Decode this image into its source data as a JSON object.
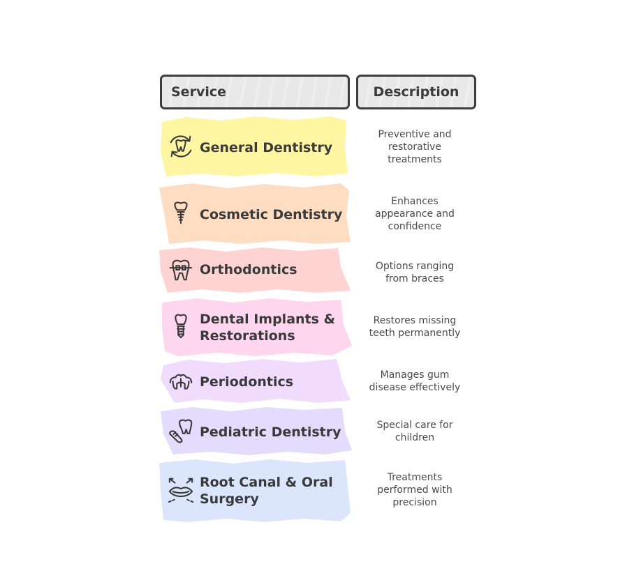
{
  "header": {
    "service": "Service",
    "description": "Description"
  },
  "rows": [
    {
      "service": "General Dentistry",
      "description": "Preventive and restorative treatments",
      "color": "#fff6a3",
      "icon": "tooth-refresh-icon"
    },
    {
      "service": "Cosmetic Dentistry",
      "description": "Enhances appearance and confidence",
      "color": "#ffddc2",
      "icon": "tooth-implant-crown-icon"
    },
    {
      "service": "Orthodontics",
      "description": "Options ranging from braces",
      "color": "#ffd3d1",
      "icon": "tooth-braces-icon"
    },
    {
      "service": "Dental Implants & Restorations",
      "description": "Restores missing teeth permanently",
      "color": "#ffd6ef",
      "icon": "dental-implant-icon"
    },
    {
      "service": "Periodontics",
      "description": "Manages gum disease effectively",
      "color": "#f1dcfd",
      "icon": "gums-icon"
    },
    {
      "service": "Pediatric Dentistry",
      "description": "Special care for children",
      "color": "#e3dcfd",
      "icon": "tooth-brush-care-icon"
    },
    {
      "service": "Root Canal & Oral Surgery",
      "description": "Treatments performed with precision",
      "color": "#dbe6fd",
      "icon": "mouth-expand-icon"
    }
  ]
}
